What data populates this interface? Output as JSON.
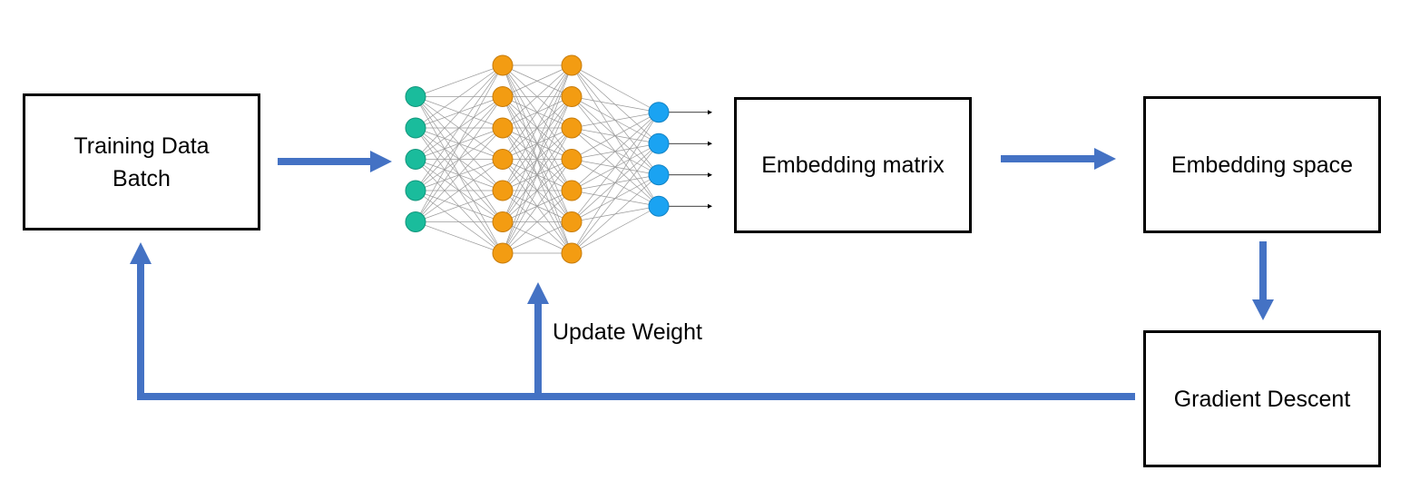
{
  "diagram": {
    "colors": {
      "arrow": "#4472C4",
      "input_node": "#1ABC9C",
      "hidden_node": "#F39C12",
      "output_node": "#1AA3F2",
      "edge": "#9A9A9A"
    },
    "nodes": {
      "training_batch": {
        "label": "Training Data Batch"
      },
      "embedding_matrix": {
        "label": "Embedding matrix"
      },
      "embedding_space": {
        "label": "Embedding space"
      },
      "gradient_descent": {
        "label": "Gradient Descent"
      }
    },
    "neural_network": {
      "layer_sizes": [
        5,
        7,
        7,
        4
      ],
      "output_arrows": 4
    },
    "labels": {
      "update_weight": "Update Weight"
    },
    "edges": [
      {
        "from": "training_batch",
        "to": "neural_network"
      },
      {
        "from": "embedding_matrix",
        "to": "embedding_space"
      },
      {
        "from": "embedding_space",
        "to": "gradient_descent"
      },
      {
        "from": "gradient_descent",
        "to": "neural_network",
        "label": "Update Weight"
      },
      {
        "from": "gradient_descent",
        "to": "training_batch"
      }
    ]
  }
}
